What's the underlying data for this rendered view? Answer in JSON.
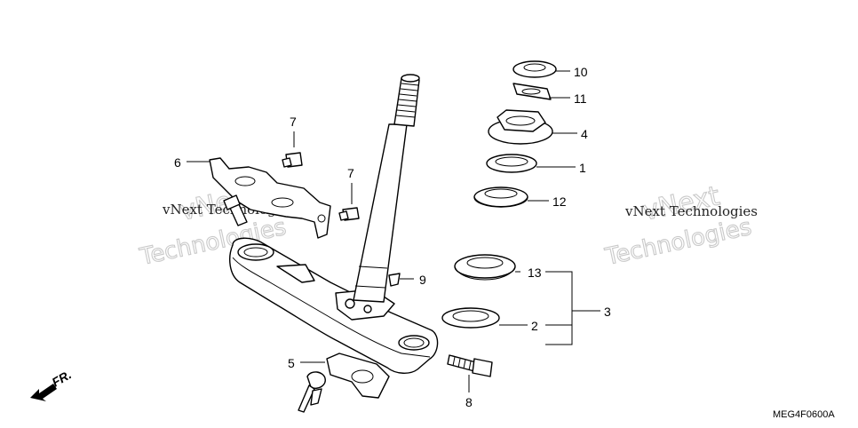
{
  "callouts": {
    "c1": "1",
    "c2": "2",
    "c3": "3",
    "c4": "4",
    "c5": "5",
    "c6": "6",
    "c7a": "7",
    "c7b": "7",
    "c8": "8",
    "c9": "9",
    "c10": "10",
    "c11": "11",
    "c12": "12",
    "c13": "13"
  },
  "direction_label": "FR.",
  "diagram_code": "MEG4F0600A",
  "watermarks": {
    "left_small": "vNext Technologies",
    "left_big_a": "vNext",
    "left_big_b": "Technologies",
    "right_small": "vNext Technologies",
    "right_big_a": "vNext",
    "right_big_b": "Technologies"
  }
}
